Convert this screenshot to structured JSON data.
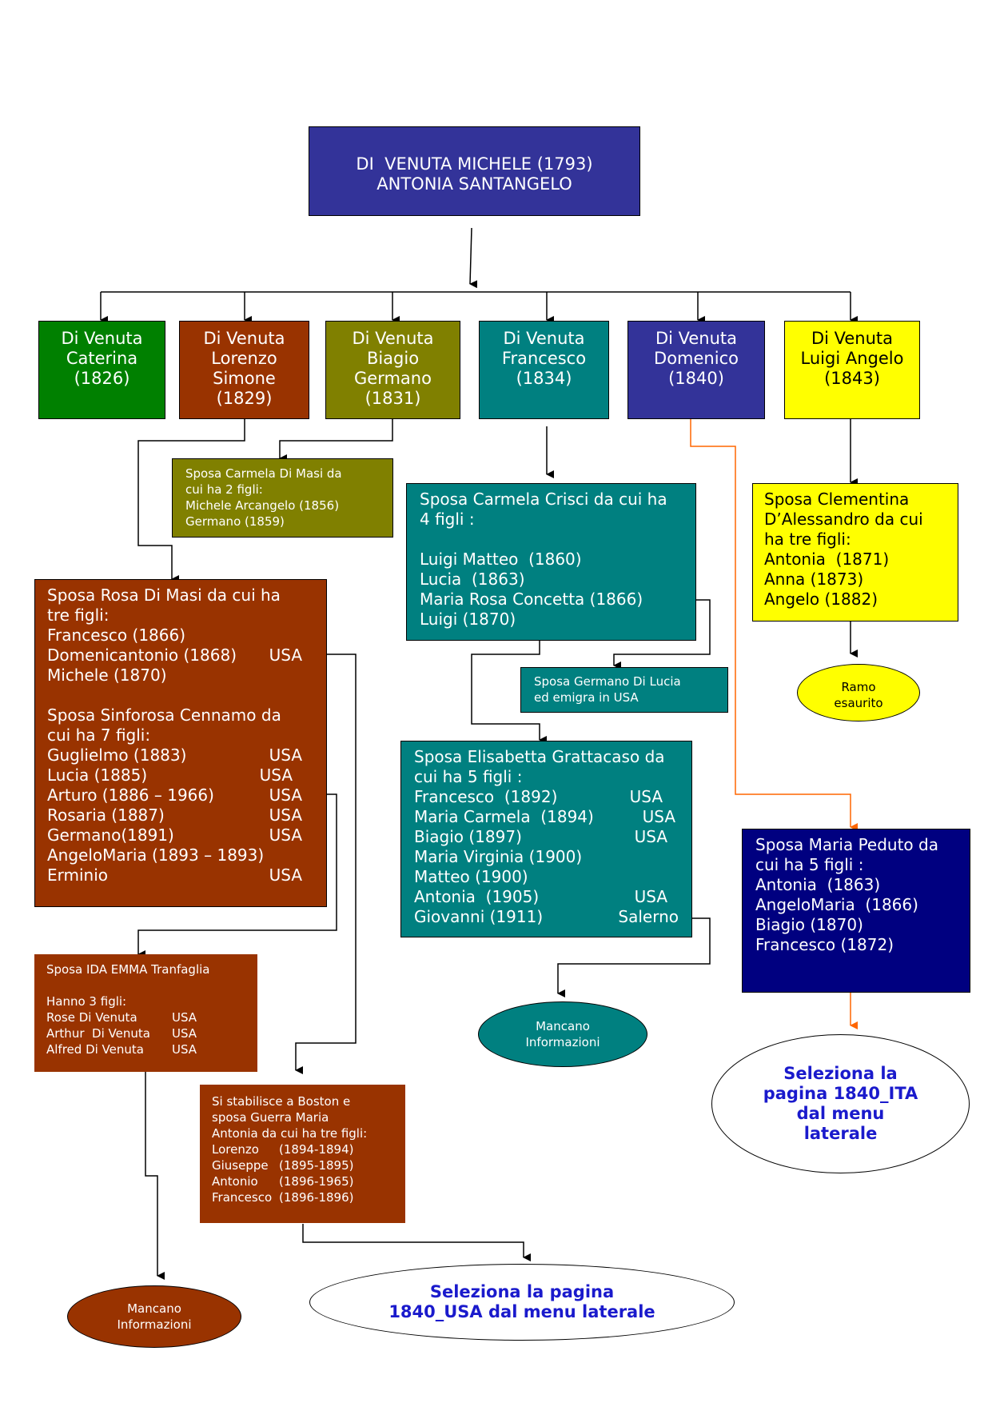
{
  "colors": {
    "root": "#333399",
    "caterina": "#008000",
    "lorenzo": "#993300",
    "biagio": "#808000",
    "francesco": "#008080",
    "domenico": "#333399",
    "luigi": "#ffff00",
    "navy": "#000080",
    "orange_line": "#ff6600",
    "link_text": "#1a1acc"
  },
  "root": {
    "line1": "DI  VENUTA MICHELE (1793)",
    "line2": "ANTONIA SANTANGELO"
  },
  "children": [
    {
      "lines": [
        "Di Venuta",
        "Caterina",
        "(1826)"
      ]
    },
    {
      "lines": [
        "Di Venuta",
        "Lorenzo",
        "Simone",
        "(1829)"
      ]
    },
    {
      "lines": [
        "Di Venuta",
        "Biagio",
        "Germano",
        "(1831)"
      ]
    },
    {
      "lines": [
        "Di Venuta",
        "Francesco",
        "(1834)"
      ]
    },
    {
      "lines": [
        "Di Venuta",
        "Domenico",
        "(1840)"
      ]
    },
    {
      "lines": [
        "Di Venuta",
        "Luigi Angelo",
        "(1843)"
      ]
    }
  ],
  "biagio_spouse": {
    "lines": [
      "Sposa Carmela Di Masi da",
      "cui ha 2 figli:",
      "Michele Arcangelo (1856)",
      "Germano (1859)"
    ]
  },
  "lorenzo_spouses": {
    "intro1": [
      "Sposa Rosa Di Masi da cui ha",
      "tre figli:"
    ],
    "kids1": [
      {
        "name": "Francesco (1866)",
        "note": ""
      },
      {
        "name": "Domenicantonio (1868)",
        "note": "USA"
      },
      {
        "name": "Michele (1870)",
        "note": ""
      }
    ],
    "intro2": [
      "Sposa Sinforosa Cennamo da",
      "cui ha 7 figli:"
    ],
    "kids2": [
      {
        "name": "Guglielmo (1883)",
        "note": "USA"
      },
      {
        "name": "Lucia (1885)",
        "note": "USA"
      },
      {
        "name": "Arturo (1886 – 1966)",
        "note": "USA"
      },
      {
        "name": "Rosaria (1887)",
        "note": "USA"
      },
      {
        "name": "Germano(1891)",
        "note": "USA"
      },
      {
        "name": "AngeloMaria (1893 – 1893)",
        "note": ""
      },
      {
        "name": "Erminio",
        "note": "USA"
      }
    ]
  },
  "arturo_spouse": {
    "intro": "Sposa IDA EMMA Tranfaglia",
    "count": "Hanno 3 figli:",
    "kids": [
      {
        "name": "Rose Di Venuta",
        "note": "USA"
      },
      {
        "name": "Arthur  Di Venuta",
        "note": "USA"
      },
      {
        "name": "Alfred Di Venuta",
        "note": "USA"
      }
    ]
  },
  "boston": {
    "lines": [
      "Si stabilisce a Boston e",
      "sposa Guerra Maria",
      "Antonia da cui ha tre figli:"
    ],
    "kids": [
      {
        "name": "Lorenzo",
        "years": "(1894-1894)"
      },
      {
        "name": "Giuseppe",
        "years": "(1895-1895)"
      },
      {
        "name": "Antonio",
        "years": "(1896-1965)"
      },
      {
        "name": "Francesco",
        "years": "(1896-1896)"
      }
    ]
  },
  "francesco_spouse": {
    "intro": [
      "Sposa Carmela Crisci da cui ha",
      "4 figli :"
    ],
    "kids": [
      "Luigi Matteo  (1860)",
      "Lucia  (1863)",
      "Maria Rosa Concetta (1866)",
      "Luigi (1870)"
    ]
  },
  "germano_dilucia": {
    "lines": [
      "Sposa Germano Di Lucia",
      "ed emigra in USA"
    ]
  },
  "grattacaso": {
    "intro": [
      "Sposa Elisabetta Grattacaso da",
      "cui ha 5 figli :"
    ],
    "kids": [
      {
        "name": "Francesco  (1892)",
        "note": "USA"
      },
      {
        "name": "Maria Carmela  (1894)",
        "note": "USA"
      },
      {
        "name": "Biagio (1897)",
        "note": "USA"
      },
      {
        "name": "Maria Virginia (1900)",
        "note": ""
      },
      {
        "name": "Matteo (1900)",
        "note": ""
      },
      {
        "name": "Antonia  (1905)",
        "note": "USA"
      },
      {
        "name": "Giovanni (1911)",
        "note": "Salerno"
      }
    ]
  },
  "luigi_spouse": {
    "lines": [
      "Sposa Clementina",
      "D’Alessandro da cui",
      "ha tre figli:",
      "Antonia  (1871)",
      "Anna (1873)",
      "Angelo (1882)"
    ]
  },
  "ramo": {
    "line1": "Ramo",
    "line2": "esaurito"
  },
  "peduto": {
    "lines": [
      "Sposa Maria Peduto da",
      "cui ha 5 figli :",
      "Antonia  (1863)",
      "AngeloMaria  (1866)",
      "Biagio (1870)",
      "Francesco (1872)"
    ]
  },
  "mancano_teal": {
    "line1": "Mancano",
    "line2": "Informazioni"
  },
  "mancano_brown": {
    "line1": "Mancano",
    "line2": "Informazioni"
  },
  "link_ita": {
    "lines": [
      "Seleziona la",
      "pagina 1840_ITA",
      "dal menu",
      "laterale"
    ]
  },
  "link_usa": {
    "line1": "Seleziona la pagina",
    "line2": "1840_USA dal menu laterale"
  }
}
